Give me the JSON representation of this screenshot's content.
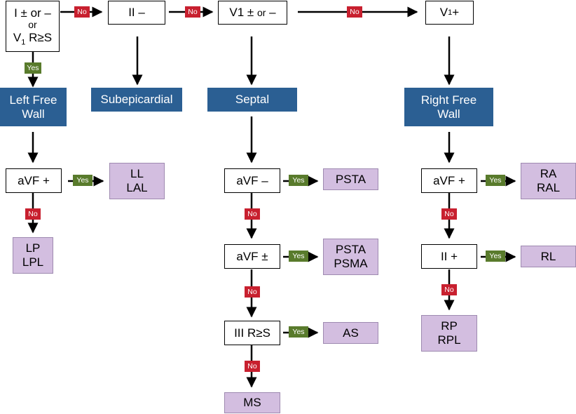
{
  "labels": {
    "no": "No",
    "yes": "Yes"
  },
  "colors": {
    "region": "#2b5f93",
    "location": "#d3bee0",
    "no_badge": "#c8202f",
    "yes_badge": "#597b2c"
  },
  "criteria": {
    "start_line1": "I ± or –",
    "start_or": "or",
    "start_v": "V",
    "start_sub": "1",
    "start_rest": " R≥S",
    "ii_neg": "II –",
    "v1_main": "V1 ±",
    "v1_or": "or",
    "v1_neg": "–",
    "v1p_v": "V",
    "v1p_sub": "1",
    "v1p_rest": " +",
    "left_avf": "aVF +",
    "septal_avf_neg": "aVF –",
    "septal_avf_pm": "aVF ±",
    "septal_iii": "III R≥S",
    "right_avf": "aVF +",
    "right_ii": "II +"
  },
  "regions": {
    "left_line1": "Left Free",
    "left_line2": "Wall",
    "subepicardial": "Subepicardial",
    "septal": "Septal",
    "right_line1": "Right Free",
    "right_line2": "Wall"
  },
  "locations": {
    "ll": "LL",
    "lal": "LAL",
    "lp": "LP",
    "lpl": "LPL",
    "psta": "PSTA",
    "psta2": "PSTA",
    "psma": "PSMA",
    "as": "AS",
    "ms": "MS",
    "ra": "RA",
    "ral": "RAL",
    "rl": "RL",
    "rp": "RP",
    "rpl": "RPL"
  }
}
